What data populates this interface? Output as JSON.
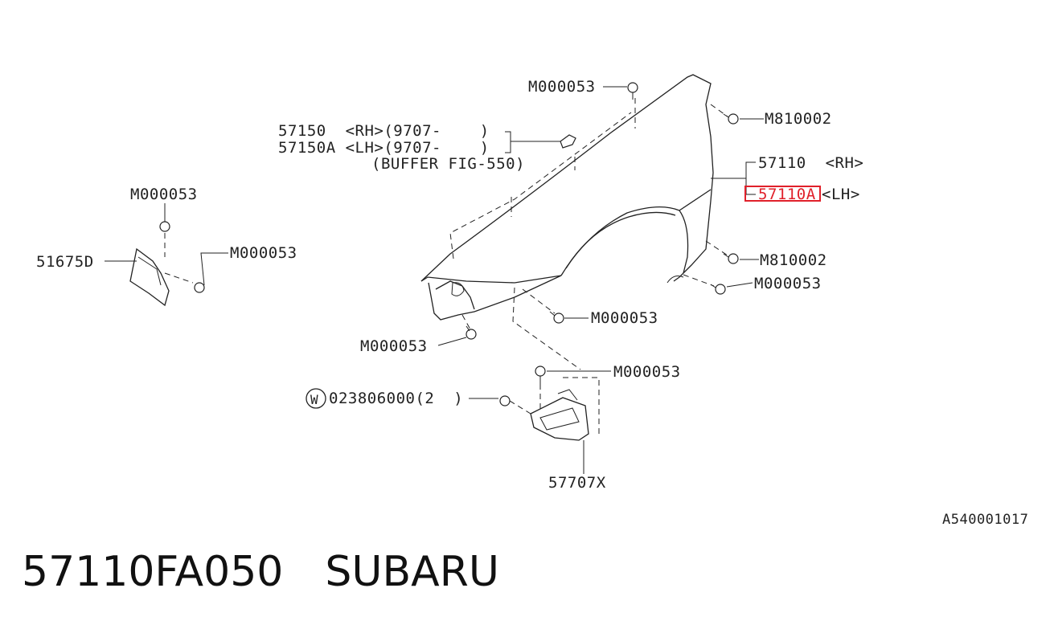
{
  "diagram": {
    "labels": {
      "m000053_top": "M000053",
      "m810002_upper": "M810002",
      "buffer_rh": "57150  <RH>(9707-    )",
      "buffer_lh": "57150A <LH>(9707-    )",
      "buffer_note": "(BUFFER FIG-550)",
      "fender_rh": "57110  <RH>",
      "fender_lh_code": "57110A",
      "fender_lh_side": "<LH>",
      "m810002_lower": "M810002",
      "m000053_right": "M000053",
      "m000053_mid": "M000053",
      "m000053_left_low": "M000053",
      "m000053_bracket": "M000053",
      "washer_part": "023806000(2  )",
      "washer_symbol": "W",
      "bracket_part": "57707X",
      "left_top_bolt": "M000053",
      "left_part": "51675D",
      "left_side_bolt": "M000053",
      "figure_code": "A540001017"
    },
    "highlight_color": "#e0202a"
  },
  "footer": {
    "part_number": "57110FA050",
    "brand": "SUBARU"
  }
}
